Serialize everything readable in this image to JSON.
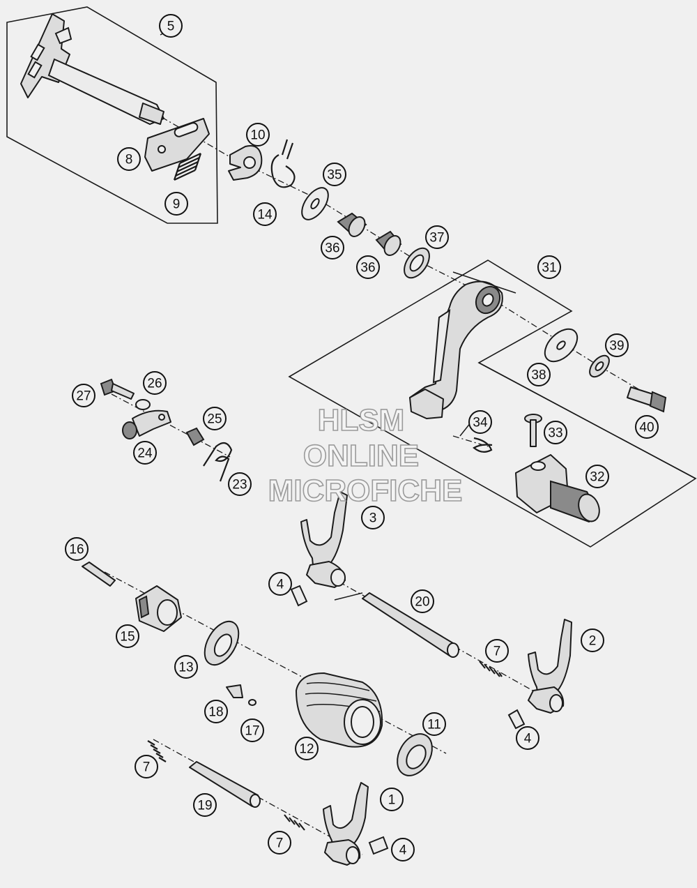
{
  "watermark": {
    "line1": "HLSM",
    "line2": "ONLINE",
    "line3": "MICROFICHE"
  },
  "callouts": [
    {
      "label": "5"
    },
    {
      "label": "8"
    },
    {
      "label": "9"
    },
    {
      "label": "10"
    },
    {
      "label": "14"
    },
    {
      "label": "35"
    },
    {
      "label": "36"
    },
    {
      "label": "36"
    },
    {
      "label": "37"
    },
    {
      "label": "31"
    },
    {
      "label": "38"
    },
    {
      "label": "39"
    },
    {
      "label": "40"
    },
    {
      "label": "34"
    },
    {
      "label": "33"
    },
    {
      "label": "32"
    },
    {
      "label": "27"
    },
    {
      "label": "26"
    },
    {
      "label": "25"
    },
    {
      "label": "24"
    },
    {
      "label": "23"
    },
    {
      "label": "3"
    },
    {
      "label": "4"
    },
    {
      "label": "20"
    },
    {
      "label": "16"
    },
    {
      "label": "15"
    },
    {
      "label": "13"
    },
    {
      "label": "7"
    },
    {
      "label": "2"
    },
    {
      "label": "18"
    },
    {
      "label": "17"
    },
    {
      "label": "12"
    },
    {
      "label": "11"
    },
    {
      "label": "4"
    },
    {
      "label": "7"
    },
    {
      "label": "19"
    },
    {
      "label": "1"
    },
    {
      "label": "7"
    },
    {
      "label": "4"
    }
  ]
}
